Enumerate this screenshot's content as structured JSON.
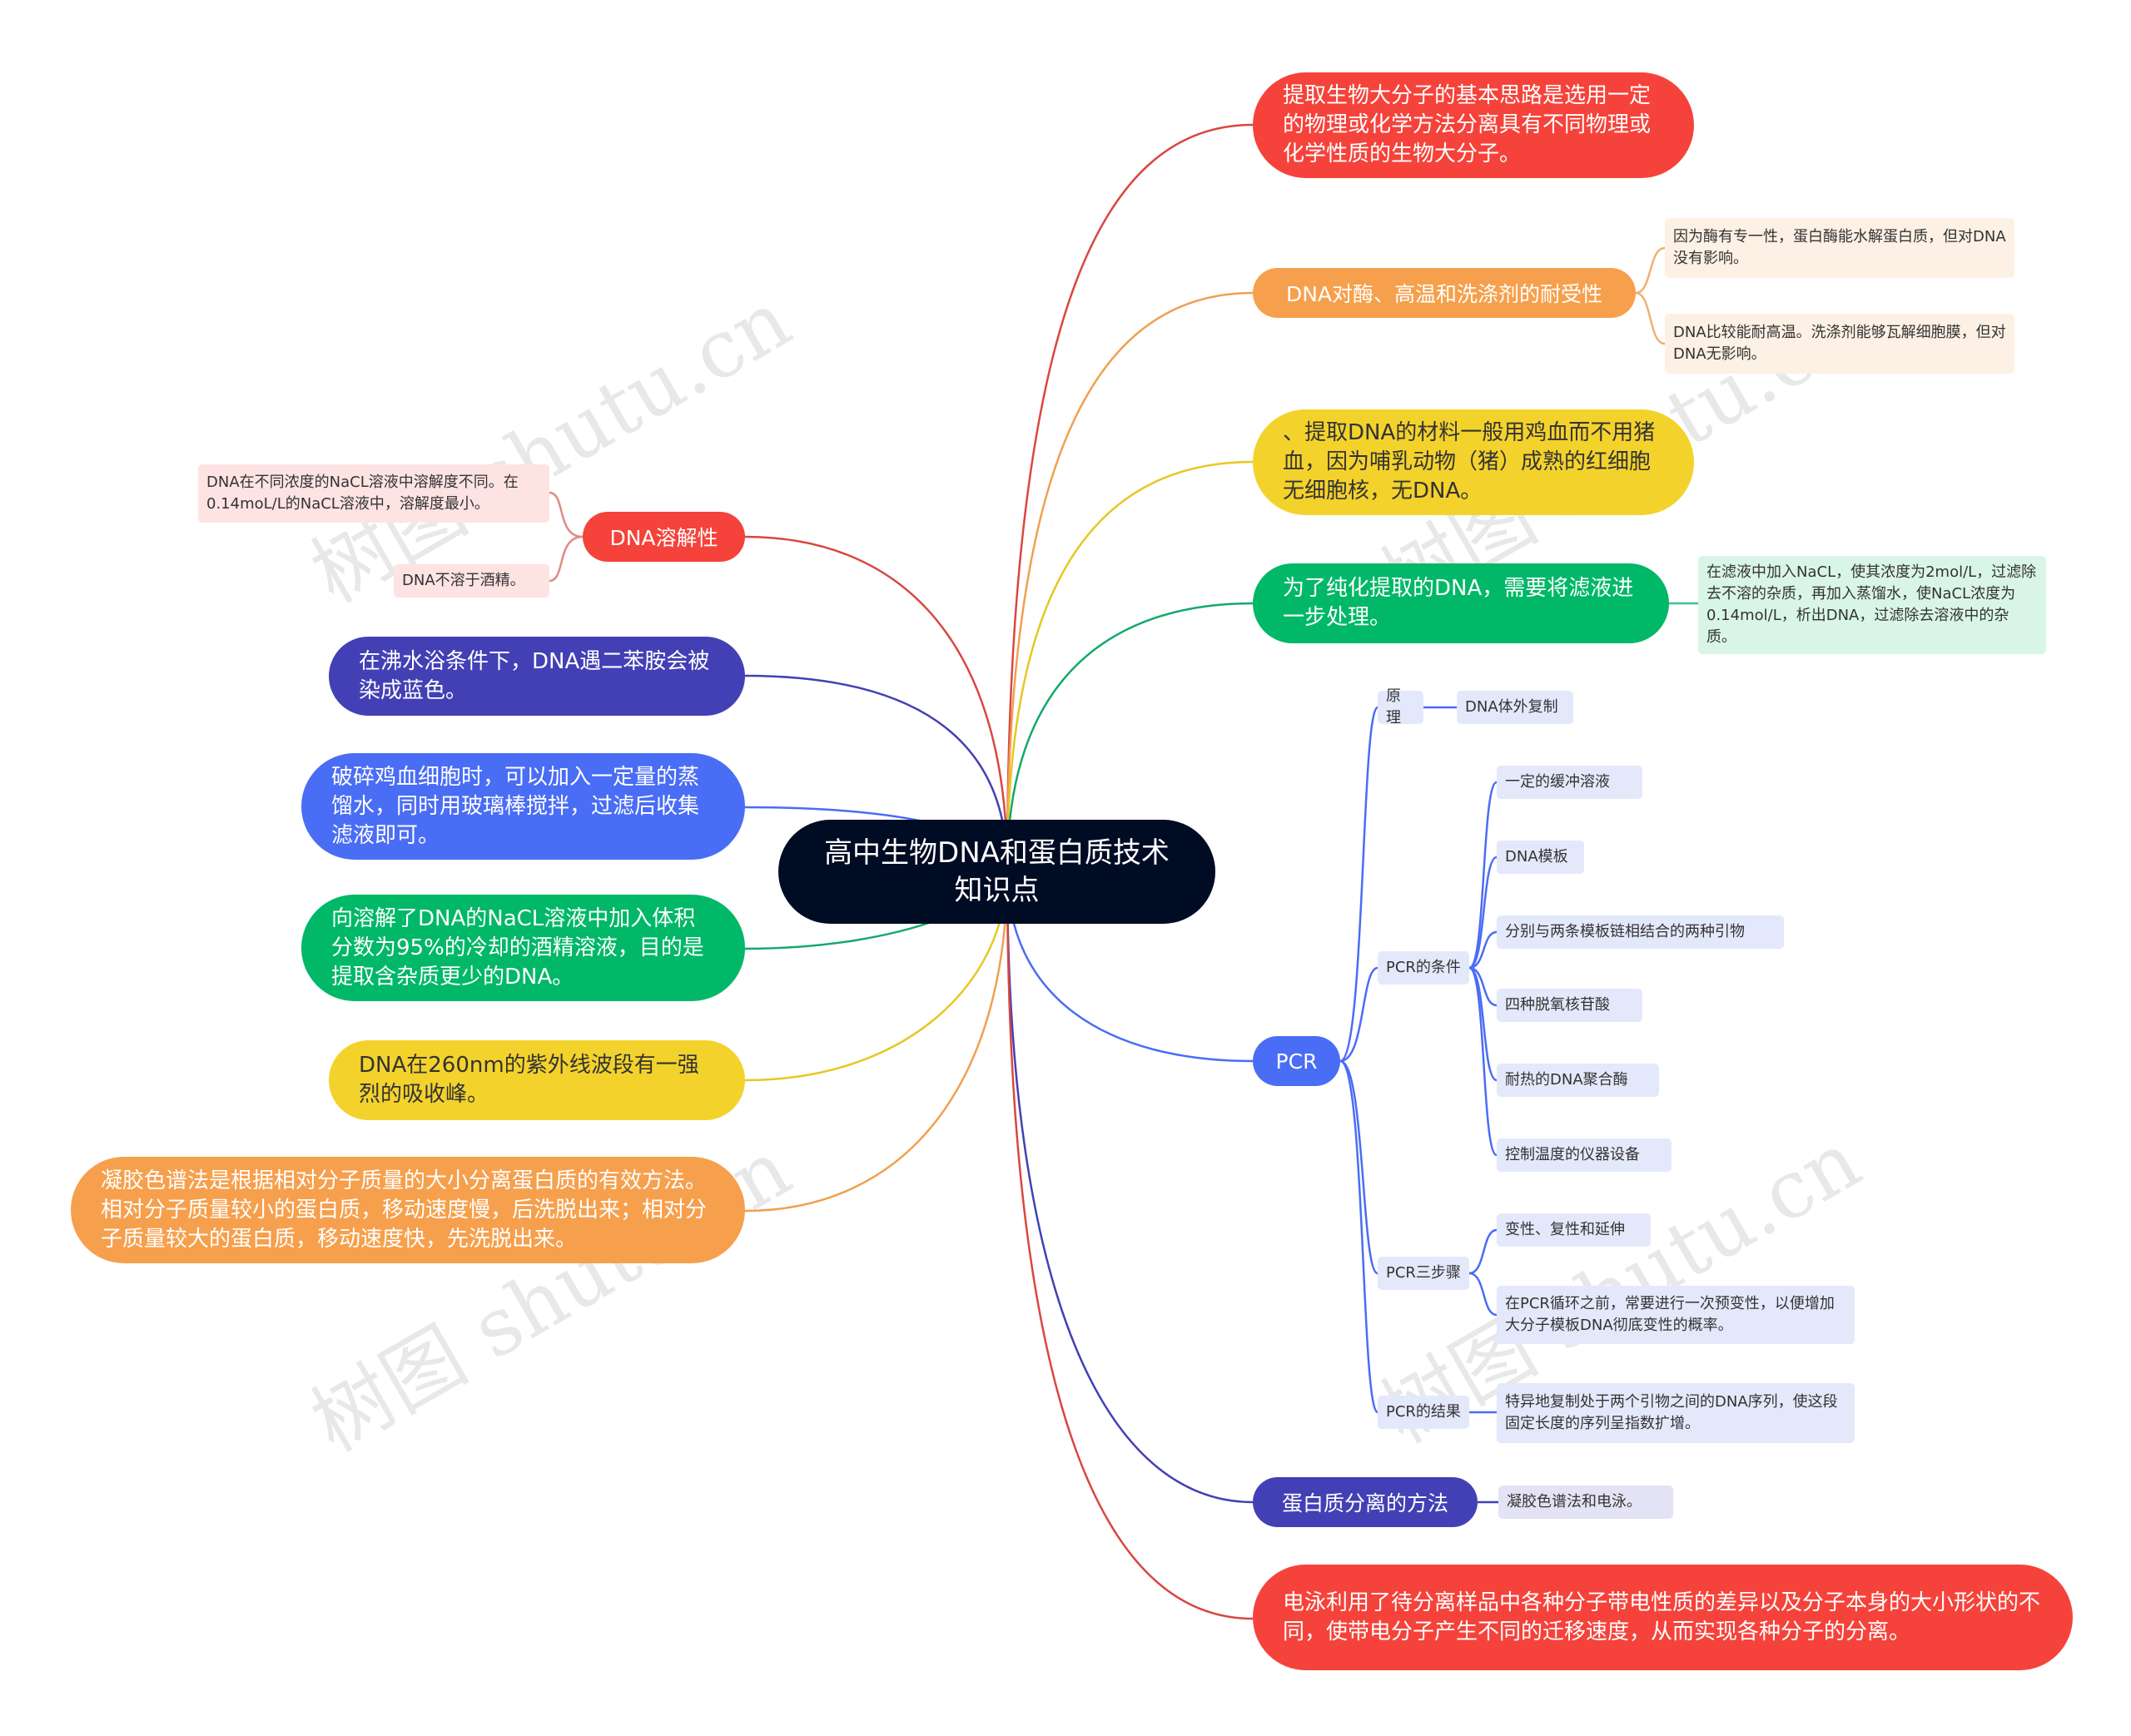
{
  "title": "高中生物DNA和蛋白质技术知识点",
  "watermark": "树图 shutu.cn",
  "colors": {
    "red": "#f5433b",
    "orange": "#f6a04d",
    "yellow": "#f4d22c",
    "green": "#00b868",
    "blue": "#4a6df5",
    "indigo": "#4340b5",
    "central": "#000b24"
  },
  "right_branches": {
    "extract_principle": "提取生物大分子的基本思路是选用一定的物理或化学方法分离具有不同物理或化学性质的生物大分子。",
    "dna_tolerance": {
      "label": "DNA对酶、高温和洗涤剂的耐受性",
      "notes": [
        "因为酶有专一性，蛋白酶能水解蛋白质，但对DNA没有影响。",
        "DNA比较能耐高温。洗涤剂能够瓦解细胞膜，但对DNA无影响。"
      ]
    },
    "material": "、提取DNA的材料一般用鸡血而不用猪血，因为哺乳动物（猪）成熟的红细胞无细胞核，无DNA。",
    "purify": {
      "label": "为了纯化提取的DNA，需要将滤液进一步处理。",
      "note": "在滤液中加入NaCL，使其浓度为2mol/L，过滤除去不溶的杂质，再加入蒸馏水，使NaCL浓度为0.14mol/L，析出DNA，过滤除去溶液中的杂质。"
    },
    "pcr": {
      "label": "PCR",
      "principle": {
        "label": "原理",
        "value": "DNA体外复制"
      },
      "conditions": {
        "label": "PCR的条件",
        "items": [
          "一定的缓冲溶液",
          "DNA模板",
          "分别与两条模板链相结合的两种引物",
          "四种脱氧核苷酸",
          "耐热的DNA聚合酶",
          "控制温度的仪器设备"
        ]
      },
      "steps": {
        "label": "PCR三步骤",
        "items": [
          "变性、复性和延伸",
          "在PCR循环之前，常要进行一次预变性，以便增加大分子模板DNA彻底变性的概率。"
        ]
      },
      "result": {
        "label": "PCR的结果",
        "value": "特异地复制处于两个引物之间的DNA序列，使这段固定长度的序列呈指数扩增。"
      }
    },
    "protein_sep": {
      "label": "蛋白质分离的方法",
      "value": "凝胶色谱法和电泳。"
    },
    "electrophoresis": "电泳利用了待分离样品中各种分子带电性质的差异以及分子本身的大小形状的不同，使带电分子产生不同的迁移速度，从而实现各种分子的分离。"
  },
  "left_branches": {
    "solubility": {
      "label": "DNA溶解性",
      "notes": [
        "DNA在不同浓度的NaCL溶液中溶解度不同。在0.14moL/L的NaCL溶液中，溶解度最小。",
        "DNA不溶于酒精。"
      ]
    },
    "diphenylamine": "在沸水浴条件下，DNA遇二苯胺会被染成蓝色。",
    "blood_cells": "破碎鸡血细胞时，可以加入一定量的蒸馏水，同时用玻璃棒搅拌，过滤后收集滤液即可。",
    "alcohol": "向溶解了DNA的NaCL溶液中加入体积分数为95%的冷却的酒精溶液，目的是提取含杂质更少的DNA。",
    "uv": "DNA在260nm的紫外线波段有一强烈的吸收峰。",
    "gel": "凝胶色谱法是根据相对分子质量的大小分离蛋白质的有效方法。相对分子质量较小的蛋白质，移动速度慢，后洗脱出来；相对分子质量较大的蛋白质，移动速度快，先洗脱出来。"
  }
}
